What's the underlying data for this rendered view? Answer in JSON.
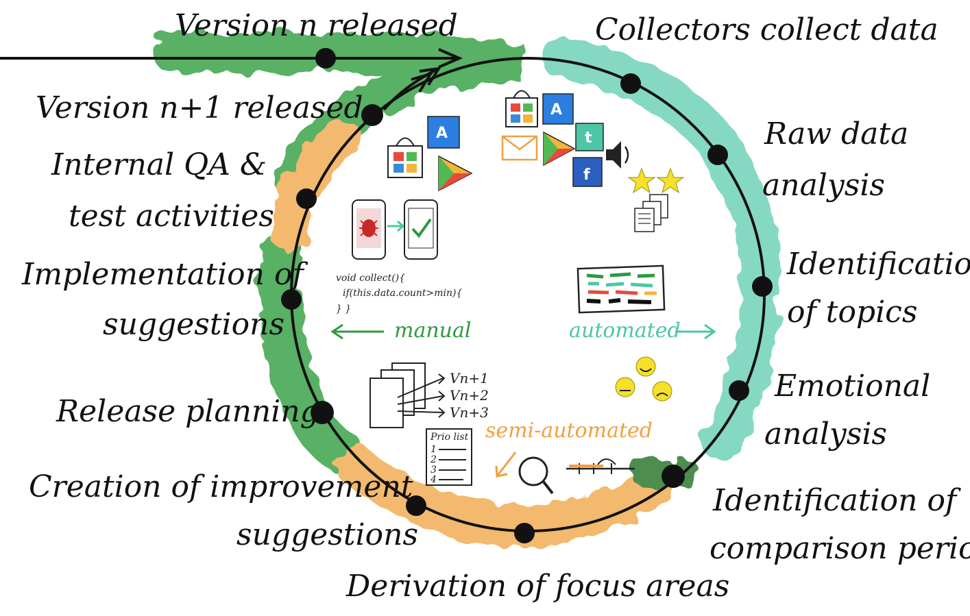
{
  "stages": {
    "version_n_released": "Version n released",
    "collectors_collect_data": "Collectors collect data",
    "raw_data_analysis_1": "Raw data",
    "raw_data_analysis_2": "analysis",
    "identification_of_topics_1": "Identification",
    "identification_of_topics_2": "of topics",
    "emotional_analysis_1": "Emotional",
    "emotional_analysis_2": "analysis",
    "identification_comparison_1": "Identification of",
    "identification_comparison_2": "comparison periods",
    "derivation_of_focus_areas": "Derivation of focus areas",
    "creation_of_improvement_1": "Creation of improvement",
    "creation_of_improvement_2": "suggestions",
    "release_planning": "Release planning",
    "implementation_1": "Implementation of",
    "implementation_2": "suggestions",
    "internal_qa_1": "Internal QA &",
    "internal_qa_2": "test activities",
    "version_n1_released": "Version n+1 released"
  },
  "modes": {
    "manual": "manual",
    "automated": "automated",
    "semi_automated": "semi-automated"
  },
  "sketch": {
    "code_line_1": "void collect(){",
    "code_line_2": "if(this.data.count>min){",
    "code_line_3": "} }",
    "prio_list": "Prio list",
    "prio_1": "1",
    "prio_2": "2",
    "prio_3": "3",
    "prio_4": "4",
    "v1": "Vn+1",
    "v2": "Vn+2",
    "v3": "Vn+3",
    "appstore_glyph": "A",
    "tumblr_glyph": "t",
    "facebook_glyph": "f"
  },
  "colors": {
    "manual": "#2e9a3f",
    "automated": "#4ec6a6",
    "semi_automated": "#f0a040"
  }
}
